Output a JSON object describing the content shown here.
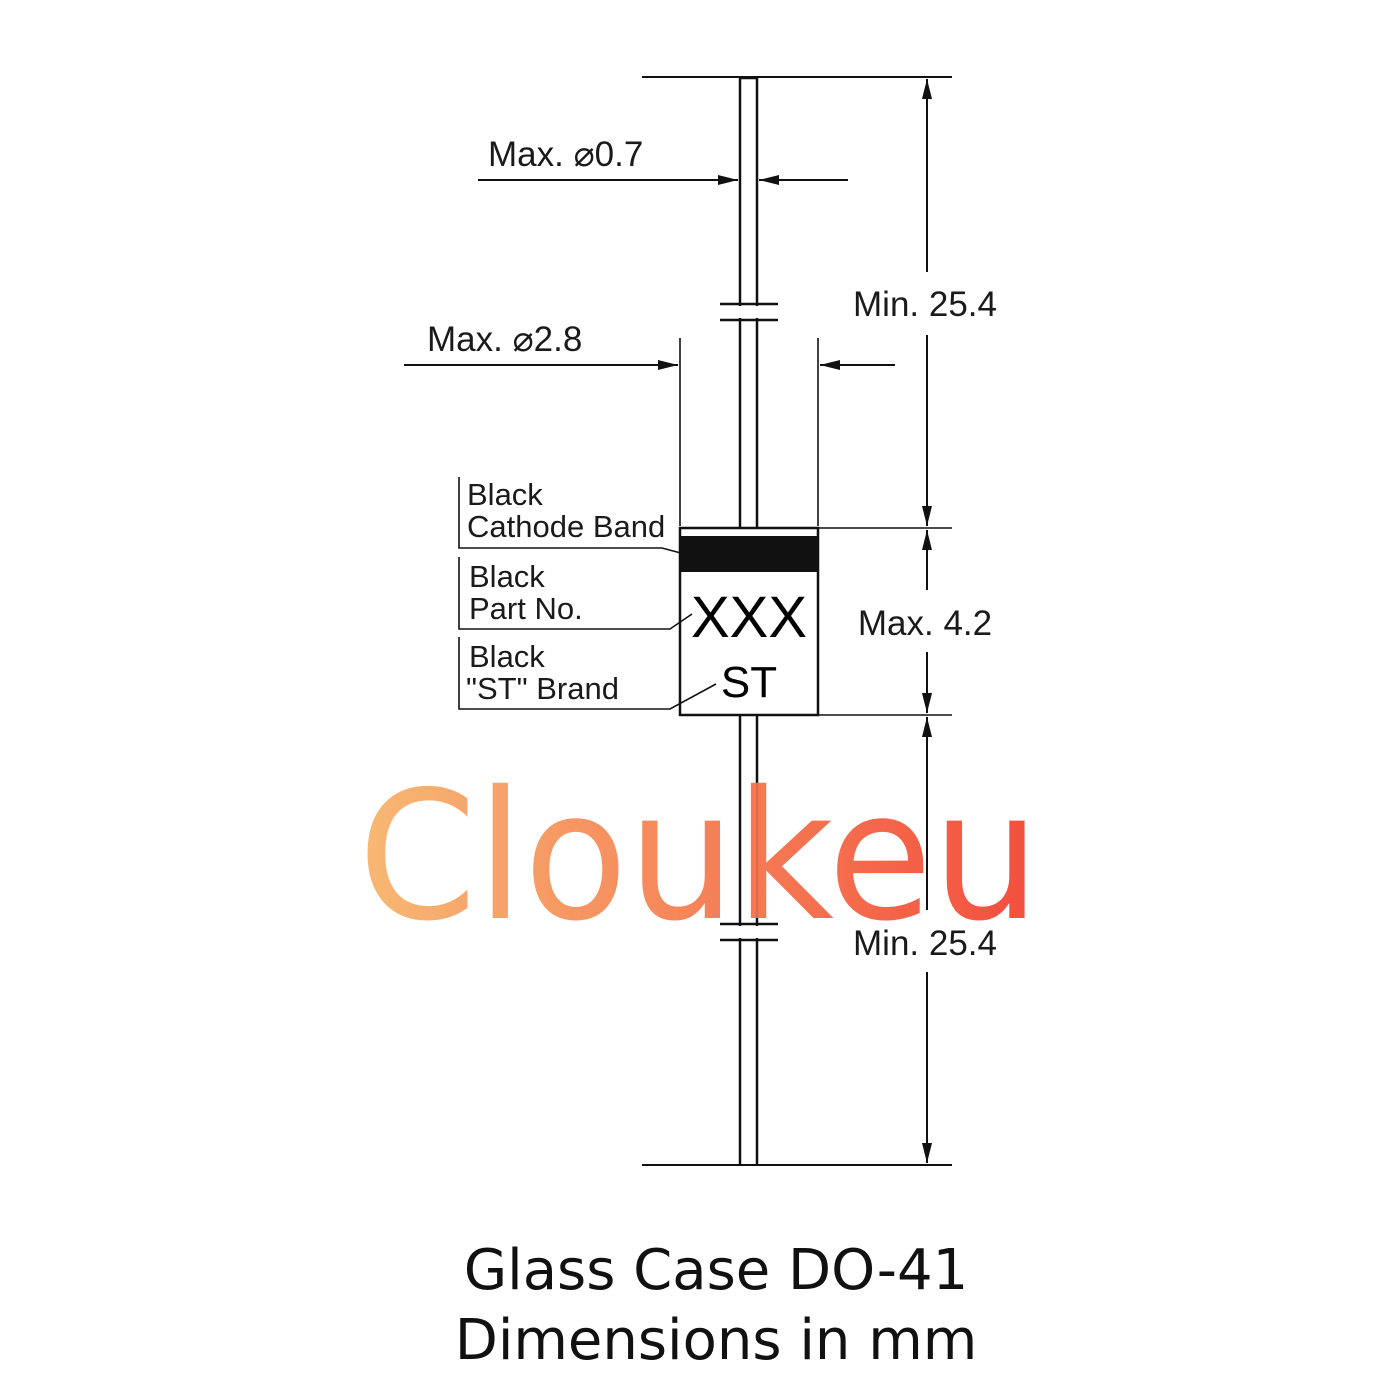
{
  "diagram": {
    "dimensions": {
      "lead_diameter": "Max. ⌀0.7",
      "body_diameter": "Max. ⌀2.8",
      "top_lead_length": "Min. 25.4",
      "body_length": "Max. 4.2",
      "bottom_lead_length": "Min. 25.4"
    },
    "callouts": {
      "cathode_band": [
        "Black",
        "Cathode Band"
      ],
      "part_no": [
        "Black",
        "Part No."
      ],
      "st_brand": [
        "Black",
        "\"ST\" Brand"
      ]
    },
    "body_markings": {
      "part_no": "XXX",
      "brand": "ST"
    },
    "caption": [
      "Glass Case DO-41",
      "Dimensions in mm"
    ]
  },
  "watermark": {
    "text": "Cloukeu",
    "gradient": [
      "#f7b46a",
      "#f3402f"
    ]
  }
}
